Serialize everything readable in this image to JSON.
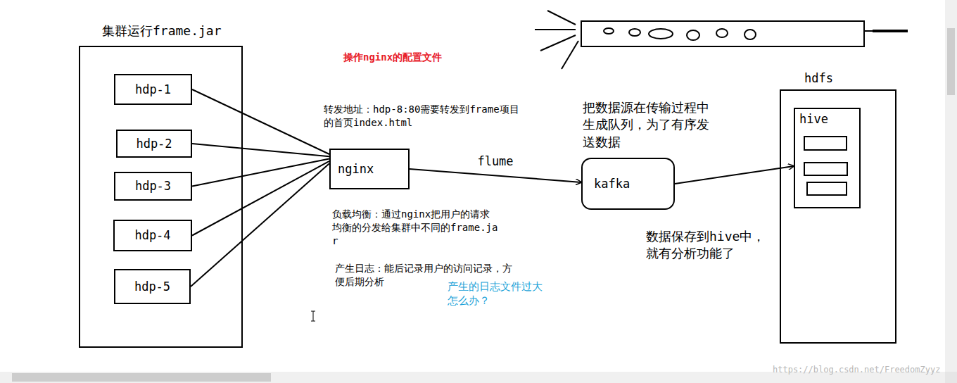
{
  "diagram": {
    "nodes": [
      {
        "text": [
          "集群运行frame.jar"
        ]
      },
      {
        "text": [
          "hdp-1"
        ],
        "in": 0
      },
      {
        "text": [
          "hdp-2"
        ],
        "in": 0
      },
      {
        "text": [
          "hdp-3"
        ],
        "in": 0
      },
      {
        "text": [
          "hdp-4"
        ],
        "in": 0
      },
      {
        "text": [
          "hdp-5"
        ],
        "in": 0
      },
      {
        "text": [
          "nginx"
        ]
      },
      {
        "text": [
          "kafka"
        ]
      },
      {
        "text": [
          "hdfs"
        ]
      },
      {
        "text": [
          "hive"
        ],
        "in": 8
      }
    ],
    "edges": [
      {
        "from": 1,
        "to": 6,
        "arrow": "none"
      },
      {
        "from": 2,
        "to": 6,
        "arrow": "none"
      },
      {
        "from": 3,
        "to": 6,
        "arrow": "none"
      },
      {
        "from": 4,
        "to": 6,
        "arrow": "none"
      },
      {
        "from": 5,
        "to": 6,
        "arrow": "none"
      },
      {
        "from": 6,
        "to": 7,
        "label": "flume",
        "arrow": "to"
      },
      {
        "from": 7,
        "to": 9,
        "arrow": "to"
      }
    ],
    "labels": [
      "操作nginx的配置文件",
      "转发地址：hdp-8:80需要转发到frame项目的首页index.html",
      "把数据源在传输过程中生成队列，为了有序发送数据",
      "负载均衡：通过nginx把用户的请求均衡的分发给集群中不同的frame.jar",
      "产生日志：能后记录用户的访问记录，方便后期分析",
      "产生的日志文件过大怎么办？",
      "数据保存到hive中，就有分析功能了",
      "https://blog.csdn.net/FreedomZyyz"
    ]
  }
}
